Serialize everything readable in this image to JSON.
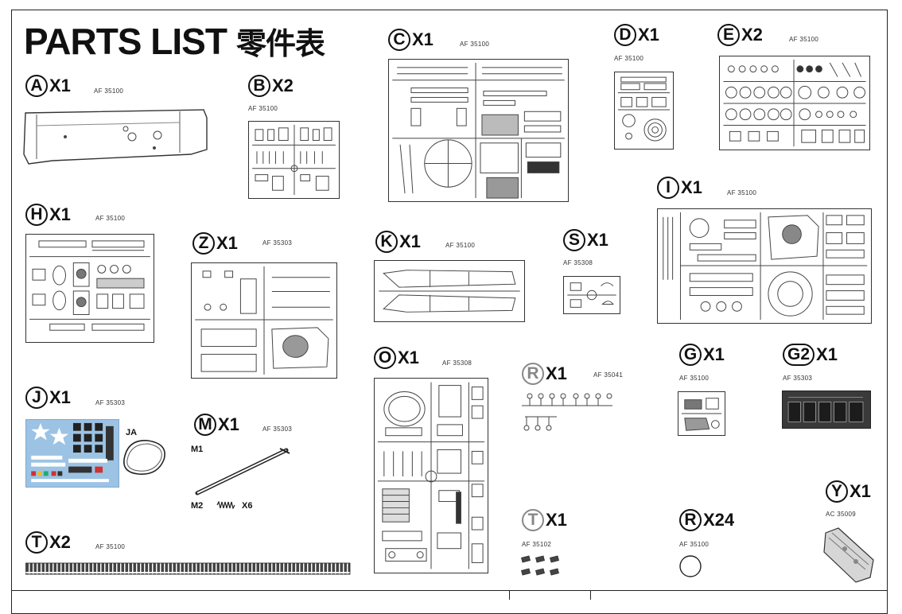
{
  "title": {
    "en": "PARTS LIST",
    "cn": "零件表"
  },
  "sheets": {
    "A": {
      "letter": "A",
      "qty": "X1",
      "code": "AF 35100"
    },
    "B": {
      "letter": "B",
      "qty": "X2",
      "code": "AF 35100"
    },
    "C": {
      "letter": "C",
      "qty": "X1",
      "code": "AF 35100"
    },
    "D": {
      "letter": "D",
      "qty": "X1",
      "code": "AF 35100"
    },
    "E": {
      "letter": "E",
      "qty": "X2",
      "code": "AF 35100"
    },
    "H": {
      "letter": "H",
      "qty": "X1",
      "code": "AF 35100"
    },
    "Z": {
      "letter": "Z",
      "qty": "X1",
      "code": "AF 35303"
    },
    "K": {
      "letter": "K",
      "qty": "X1",
      "code": "AF 35100"
    },
    "S": {
      "letter": "S",
      "qty": "X1",
      "code": "AF 35308"
    },
    "I": {
      "letter": "I",
      "qty": "X1",
      "code": "AF 35100"
    },
    "J": {
      "letter": "J",
      "qty": "X1",
      "code": "AF 35303"
    },
    "M": {
      "letter": "M",
      "qty": "X1",
      "code": "AF 35303"
    },
    "O": {
      "letter": "O",
      "qty": "X1",
      "code": "AF 35308"
    },
    "R1": {
      "letter": "R",
      "qty": "X1",
      "code": "AF 35041"
    },
    "G": {
      "letter": "G",
      "qty": "X1",
      "code": "AF 35100"
    },
    "G2": {
      "letter": "G2",
      "qty": "X1",
      "code": "AF 35303"
    },
    "T1": {
      "letter": "T",
      "qty": "X2",
      "code": "AF 35100"
    },
    "T2": {
      "letter": "T",
      "qty": "X1",
      "code": "AF 35102"
    },
    "R2": {
      "letter": "R",
      "qty": "X24",
      "code": "AF 35100"
    },
    "Y": {
      "letter": "Y",
      "qty": "X1",
      "code": "AC 35009"
    }
  },
  "labels": {
    "ja": "JA",
    "m1": "M1",
    "m2": "M2",
    "x6": "X6"
  },
  "colors": {
    "ink": "#111111",
    "decal_blue": "#9cc3e4"
  }
}
